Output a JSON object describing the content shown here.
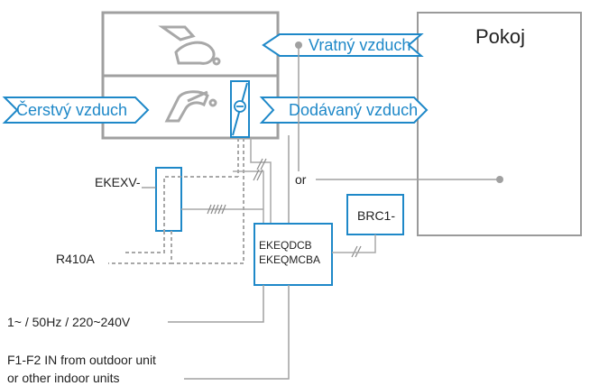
{
  "room": {
    "label": "Pokoj"
  },
  "airflows": {
    "return_air": "Vratný vzduch",
    "fresh_air": "Čerstvý vzduch",
    "supply_air": "Dodávaný vzduch"
  },
  "components": {
    "expansion_valve": "EKEXV-",
    "refrigerant": "R410A",
    "control_box_line1": "EKEQDCB",
    "control_box_line2": "EKEQMCBA",
    "remote_controller": "BRC1-",
    "or_label": "or"
  },
  "power": {
    "supply": "1~ / 50Hz / 220~240V"
  },
  "communication": {
    "line1": "F1-F2 IN from outdoor unit",
    "line2": "or other indoor units"
  },
  "colors": {
    "accent": "#1e88c8",
    "unit_border": "#9e9e9e",
    "wire": "#8a8a8a"
  }
}
